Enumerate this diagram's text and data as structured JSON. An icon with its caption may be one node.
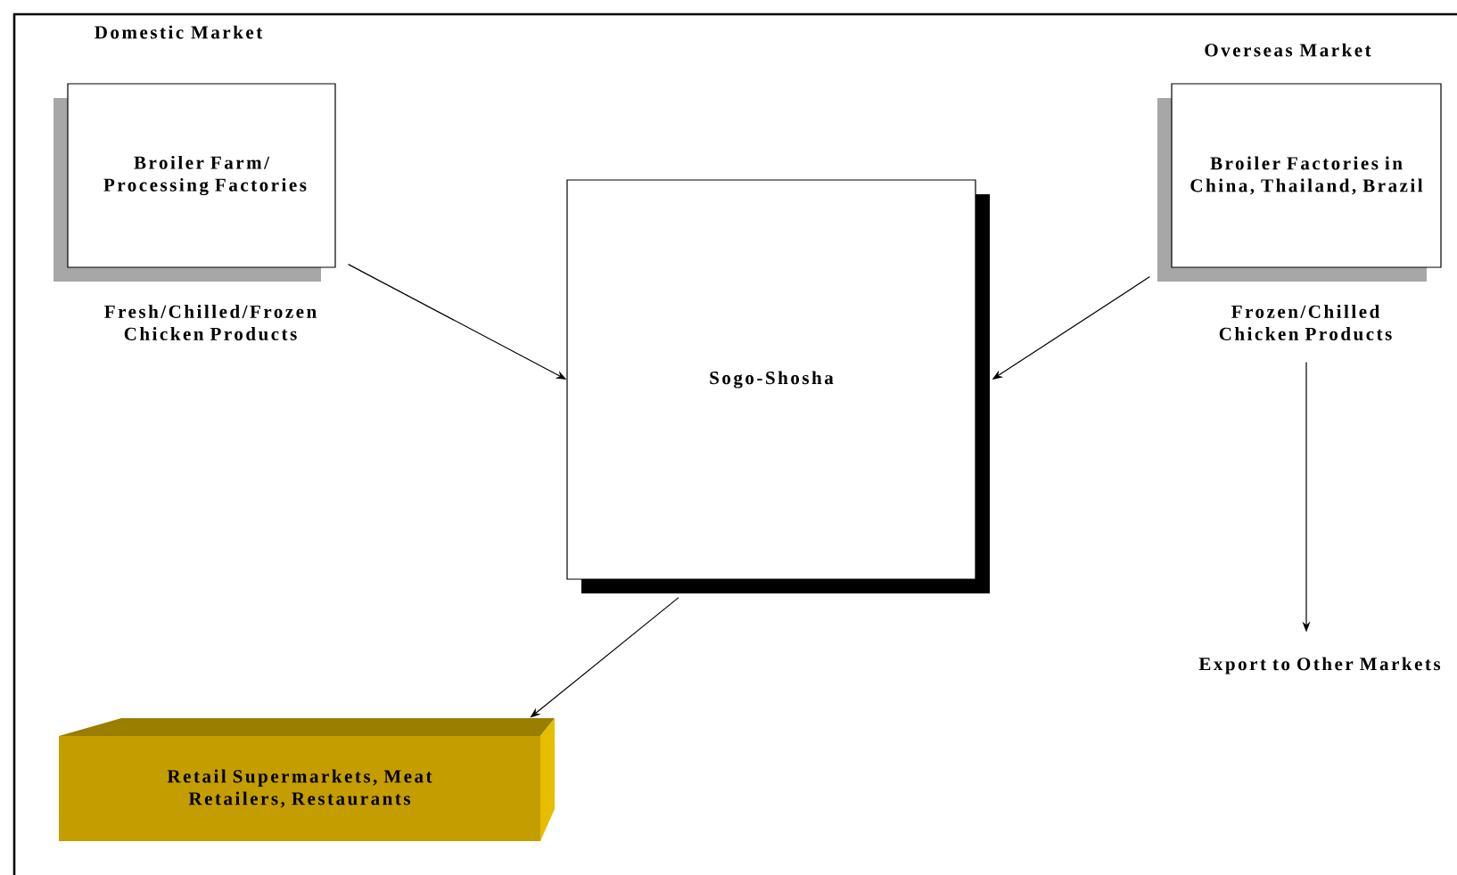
{
  "diagram": {
    "nodes": [
      {
        "text": [
          "Broiler Farm/ Processing Factories"
        ],
        "beside": [
          "Fresh/Chilled/Frozen Chicken Products"
        ]
      },
      {
        "text": [
          "Broiler Factories in China, Thailand, Brazil"
        ],
        "beside": [
          "Frozen/Chilled Chicken Products"
        ]
      },
      {
        "text": [
          "Sogo-Shosha"
        ]
      },
      {
        "text": [
          "Retail Supermarkets, Meat Retailers, Restaurants"
        ]
      },
      {
        "text": [
          "Export to Other Markets"
        ]
      }
    ],
    "edges": [
      {
        "from": 0,
        "to": 2,
        "arrow": "to"
      },
      {
        "from": 1,
        "to": 2,
        "arrow": "to"
      },
      {
        "from": 2,
        "to": 3,
        "arrow": "to"
      },
      {
        "from": 1,
        "to": 4,
        "arrow": "to"
      }
    ],
    "labels": [
      "Domestic Market",
      "Overseas Market"
    ]
  }
}
